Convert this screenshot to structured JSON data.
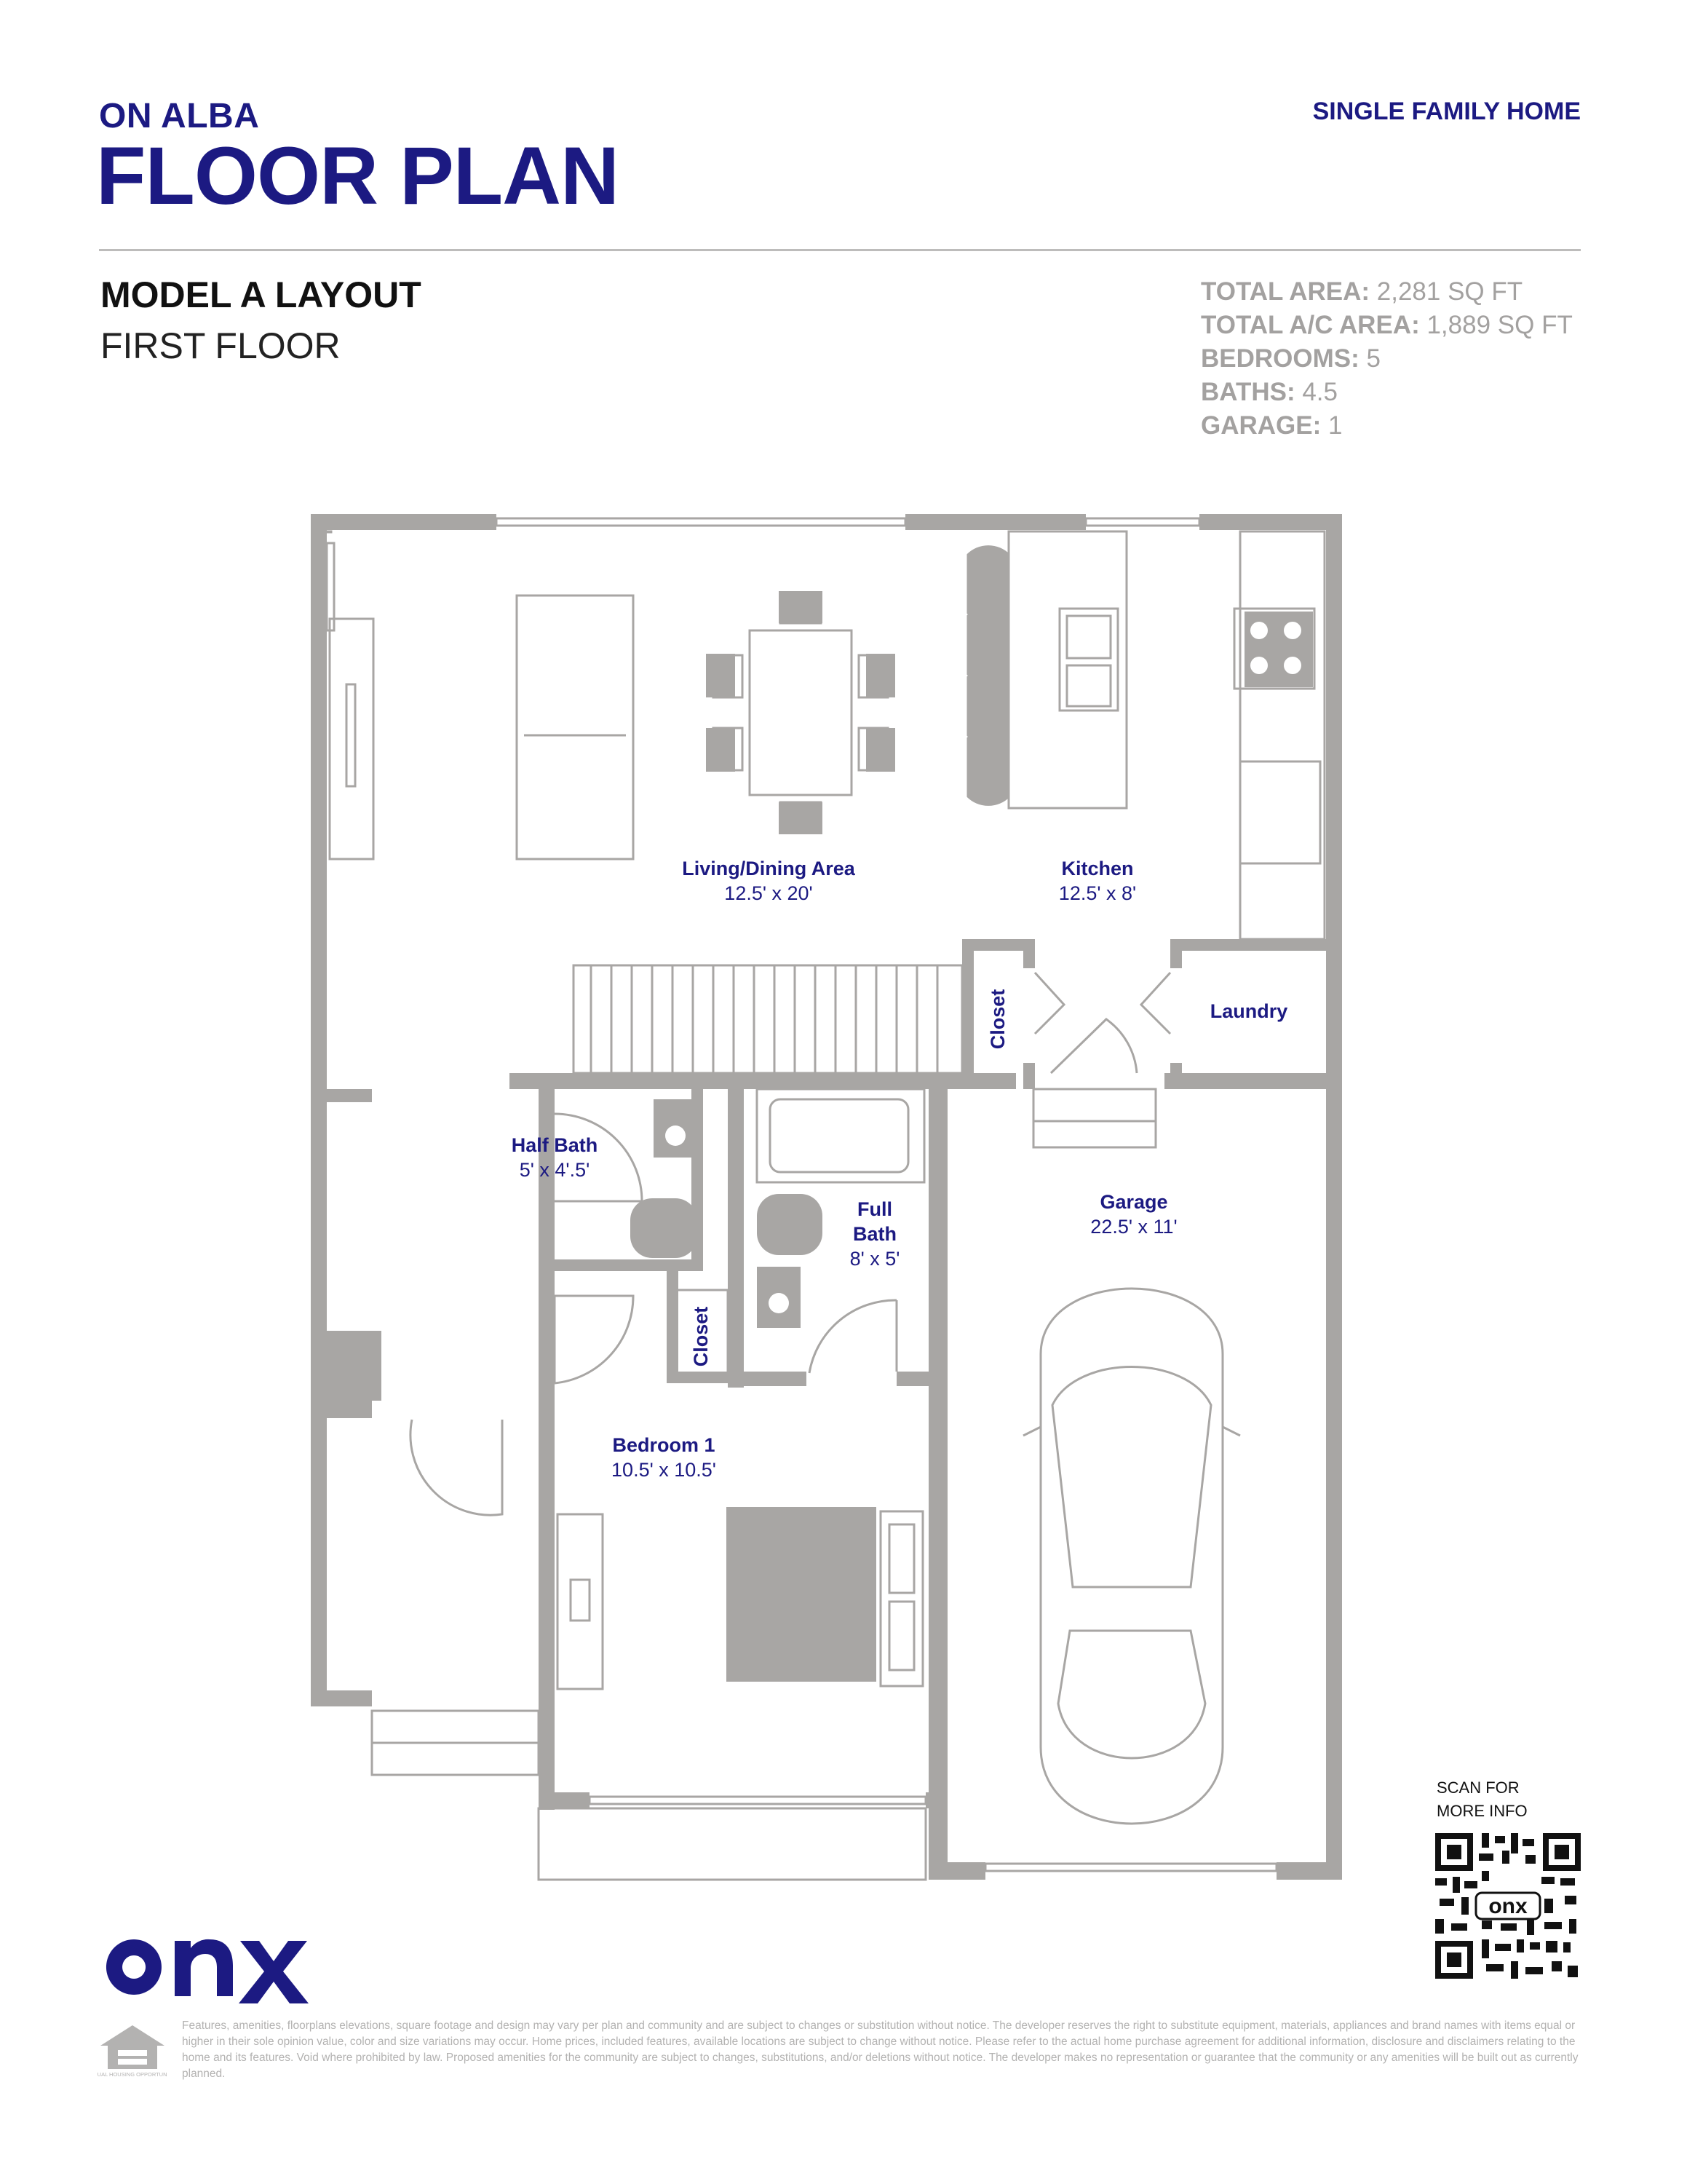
{
  "header": {
    "project": "ON ALBA",
    "title": "FLOOR PLAN",
    "home_type": "SINGLE FAMILY HOME"
  },
  "layout": {
    "model": "MODEL A LAYOUT",
    "floor": "FIRST FLOOR"
  },
  "stats": [
    {
      "label": "TOTAL AREA:",
      "value": "2,281 SQ FT"
    },
    {
      "label": "TOTAL A/C AREA:",
      "value": "1,889 SQ FT"
    },
    {
      "label": "BEDROOMS:",
      "value": "5"
    },
    {
      "label": "BATHS:",
      "value": "4.5"
    },
    {
      "label": "GARAGE:",
      "value": "1"
    }
  ],
  "rooms": {
    "living": {
      "name": "Living/Dining Area",
      "dims": "12.5' x 20'"
    },
    "kitchen": {
      "name": "Kitchen",
      "dims": "12.5' x 8'"
    },
    "closet_a": {
      "name": "Closet"
    },
    "laundry": {
      "name": "Laundry"
    },
    "half_bath": {
      "name": "Half Bath",
      "dims": "5' x 4'.5'"
    },
    "full_bath": {
      "name_1": "Full",
      "name_2": "Bath",
      "dims": "8' x 5'"
    },
    "garage": {
      "name": "Garage",
      "dims": "22.5' x 11'"
    },
    "closet_b": {
      "name": "Closet"
    },
    "bedroom": {
      "name": "Bedroom 1",
      "dims": "10.5' x 10.5'"
    }
  },
  "qr": {
    "line1": "SCAN FOR",
    "line2": "MORE INFO",
    "center_text": "onx"
  },
  "brand": {
    "logo_text": "onx",
    "equal_housing_text": "EQUAL HOUSING OPPORTUNITY"
  },
  "disclaimer": "Features, amenities, floorplans elevations, square footage and design may vary per plan and community and are subject to changes or substitution without notice. The developer reserves the right to substitute equipment, materials, appliances and brand names with items equal or higher in their sole opinion value, color and size variations may occur. Home prices, included features, available locations are subject to change without notice. Please refer to the actual home purchase agreement for additional information, disclosure and disclaimers relating to the home and its features. Void where prohibited by law. Proposed amenities for the community are subject to changes, substitutions, and/or deletions without notice. The developer makes no representation or guarantee that the community or any amenities will be built out as currently planned.",
  "colors": {
    "brand_navy": "#1c1a82",
    "wall_grey": "#a8a6a4",
    "stat_grey": "#a3a1a0"
  }
}
